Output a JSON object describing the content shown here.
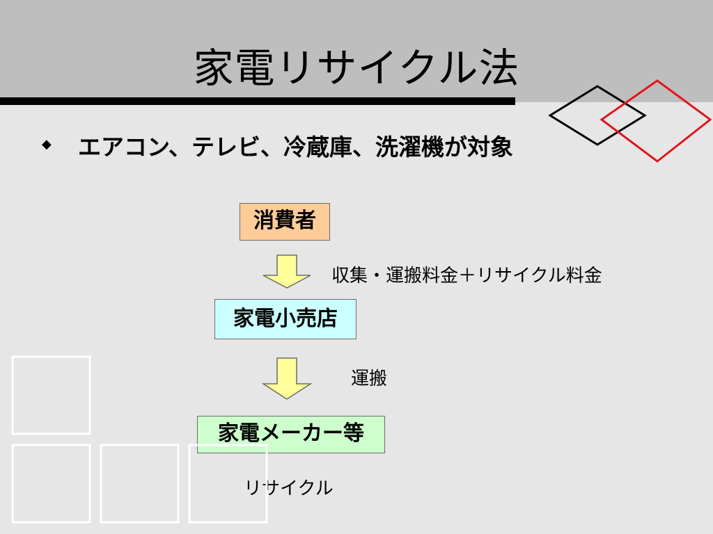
{
  "slide": {
    "title": "家電リサイクル法",
    "bullet": "エアコン、テレビ、冷蔵庫、洗濯機が対象"
  },
  "flow": {
    "consumer": "消費者",
    "retailer": "家電小売店",
    "maker": "家電メーカー等",
    "fee_note": "収集・運搬料金＋リサイクル料金",
    "transport_note": "運搬",
    "recycle_note": "リサイクル"
  },
  "colors": {
    "title_band": "#bebebe",
    "background": "#e6e6e6",
    "consumer_box": "#ffcc99",
    "retailer_box": "#ccffff",
    "maker_box": "#ccffcc",
    "arrow_fill": "#ffff99",
    "accent_red": "#e0151b"
  },
  "icons": {
    "bullet": "diamond-bullet-icon",
    "arrow": "down-arrow-icon"
  }
}
